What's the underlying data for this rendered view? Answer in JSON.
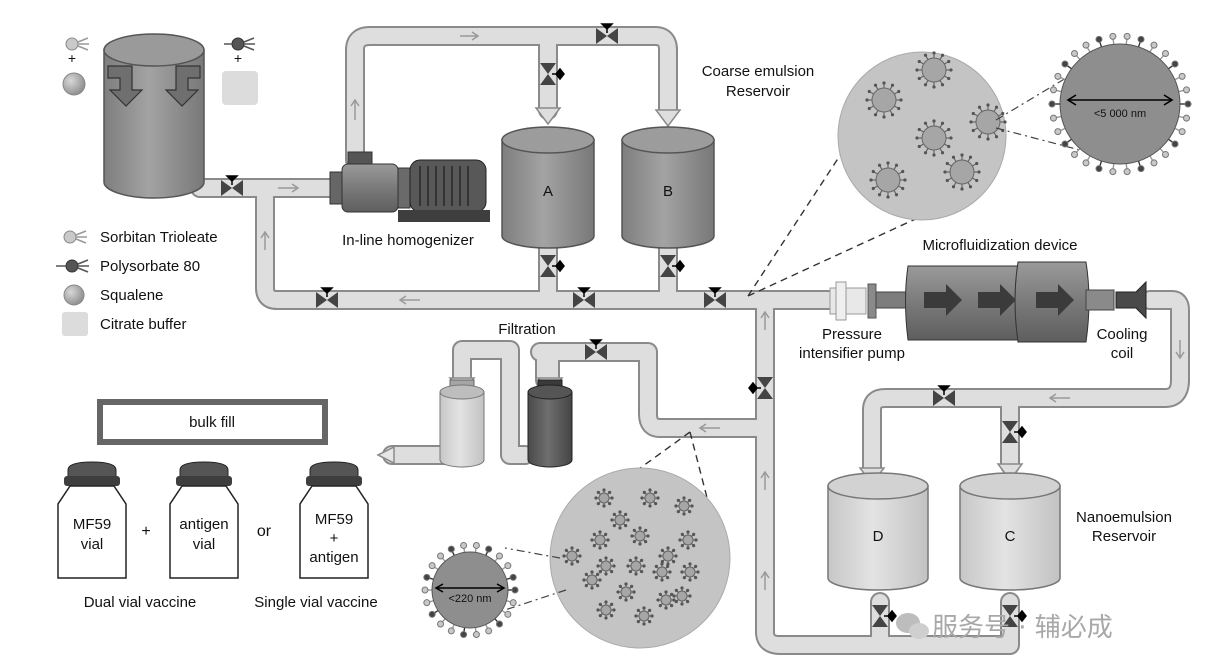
{
  "labels": {
    "coarse_reservoir": [
      "Coarse emulsion",
      "Reservoir"
    ],
    "homogenizer": "In-line homogenizer",
    "microfluidization": "Microfluidization device",
    "pump": [
      "Pressure",
      "intensifier pump"
    ],
    "cooling": [
      "Cooling",
      "coil"
    ],
    "filtration": "Filtration",
    "nano_reservoir": [
      "Nanoemulsion",
      "Reservoir"
    ],
    "bulk_fill": "bulk fill",
    "dual_vial": "Dual vial vaccine",
    "single_vial": "Single vial vaccine",
    "plus": "+",
    "or": "or"
  },
  "tanks": {
    "a": "A",
    "b": "B",
    "c": "C",
    "d": "D"
  },
  "vials": {
    "mf59": [
      "MF59",
      "vial"
    ],
    "antigen": [
      "antigen",
      "vial"
    ],
    "combined": [
      "MF59",
      "+",
      "antigen"
    ]
  },
  "sizes": {
    "coarse": "<5 000 nm",
    "nano": "<220 nm"
  },
  "legend": [
    {
      "label": "Sorbitan Trioleate",
      "icon": "sorbitan-trioleate-icon"
    },
    {
      "label": "Polysorbate 80",
      "icon": "polysorbate-80-icon"
    },
    {
      "label": "Squalene",
      "icon": "squalene-icon"
    },
    {
      "label": "Citrate buffer",
      "icon": "citrate-buffer-icon"
    }
  ],
  "watermark": "服务号 · 辅必成",
  "colors": {
    "pipe_fill": "#dcdcdc",
    "pipe_edge": "#8a8a8a",
    "tank_dark": "#6a6a6a",
    "tank_mid": "#8e8e8e",
    "tank_light": "#cccccc"
  }
}
